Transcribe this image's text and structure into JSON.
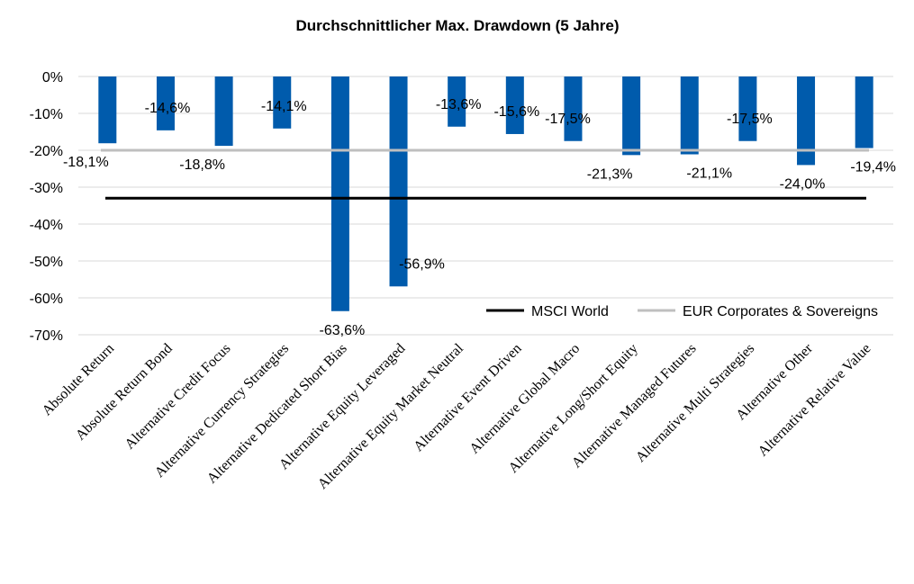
{
  "chart_data": {
    "type": "bar",
    "title": "Durchschnittlicher Max. Drawdown  (5 Jahre)",
    "categories": [
      "Absolute Return",
      "Absolute Return Bond",
      "Alternative Credit Focus",
      "Alternative Currency Strategies",
      "Alternative Dedicated Short Bias",
      "Alternative Equity Leveraged",
      "Alternative Equity Market Neutral",
      "Alternative Event Driven",
      "Alternative Global Macro",
      "Alternative Long/Short Equity",
      "Alternative Managed Futures",
      "Alternative Multi Strategies",
      "Alternative Other",
      "Alternative Relative Value"
    ],
    "values": [
      -18.1,
      -14.6,
      -18.8,
      -14.1,
      -63.6,
      -56.9,
      -13.6,
      -15.6,
      -17.5,
      -21.3,
      -21.1,
      -17.5,
      -24.0,
      -19.4
    ],
    "data_labels": [
      "-18,1%",
      "-14,6%",
      "-18,8%",
      "-14,1%",
      "-63,6%",
      "-56,9%",
      "-13,6%",
      "-15,6%",
      "-17,5%",
      "-21,3%",
      "-21,1%",
      "-17,5%",
      "-24,0%",
      "-19,4%"
    ],
    "y_ticks": [
      0,
      -10,
      -20,
      -30,
      -40,
      -50,
      -60,
      -70
    ],
    "y_tick_labels": [
      "0%",
      "-10%",
      "-20%",
      "-30%",
      "-40%",
      "-50%",
      "-60%",
      "-70%"
    ],
    "ylim": [
      -70,
      0
    ],
    "grid": true,
    "bar_color": "#005BAC",
    "reference_lines": [
      {
        "name": "MSCI World",
        "value": -33.0,
        "color": "#000000"
      },
      {
        "name": "EUR Corporates & Sovereigns",
        "value": -20.0,
        "color": "#BFBFBF"
      }
    ],
    "legend_position": "bottom-right"
  }
}
